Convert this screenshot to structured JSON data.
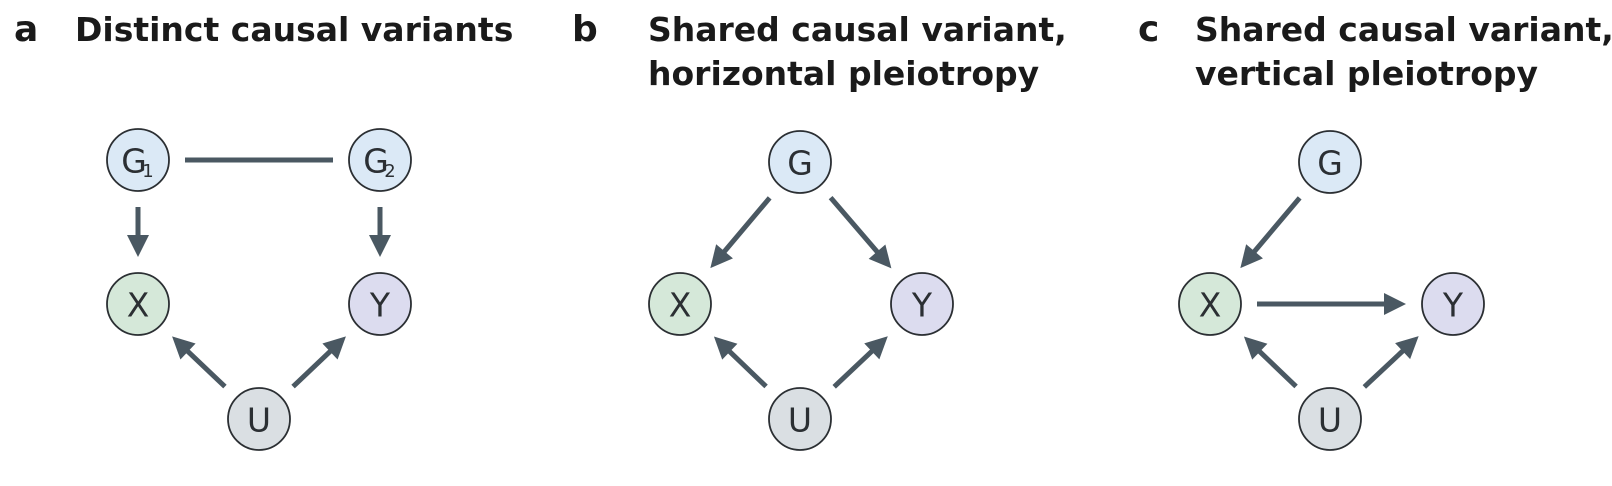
{
  "panels": [
    {
      "id": "a",
      "letter": "a",
      "title_lines": [
        "Distinct causal variants"
      ],
      "nodes": [
        {
          "id": "G1",
          "main": "G",
          "sub": "1",
          "fill": "#dbe9f6"
        },
        {
          "id": "G2",
          "main": "G",
          "sub": "2",
          "fill": "#dbe9f6"
        },
        {
          "id": "X",
          "main": "X",
          "sub": "",
          "fill": "#d5e8d9"
        },
        {
          "id": "Y",
          "main": "Y",
          "sub": "",
          "fill": "#dcdcef"
        },
        {
          "id": "U",
          "main": "U",
          "sub": "",
          "fill": "#dadfe3"
        }
      ],
      "edges": [
        {
          "from": "G1",
          "to": "G2",
          "arrow": false
        },
        {
          "from": "G1",
          "to": "X",
          "arrow": true
        },
        {
          "from": "G2",
          "to": "Y",
          "arrow": true
        },
        {
          "from": "U",
          "to": "X",
          "arrow": true
        },
        {
          "from": "U",
          "to": "Y",
          "arrow": true
        }
      ]
    },
    {
      "id": "b",
      "letter": "b",
      "title_lines": [
        "Shared causal variant,",
        "horizontal pleiotropy"
      ],
      "nodes": [
        {
          "id": "G",
          "main": "G",
          "sub": "",
          "fill": "#dbe9f6"
        },
        {
          "id": "X",
          "main": "X",
          "sub": "",
          "fill": "#d5e8d9"
        },
        {
          "id": "Y",
          "main": "Y",
          "sub": "",
          "fill": "#dcdcef"
        },
        {
          "id": "U",
          "main": "U",
          "sub": "",
          "fill": "#dadfe3"
        }
      ],
      "edges": [
        {
          "from": "G",
          "to": "X",
          "arrow": true
        },
        {
          "from": "G",
          "to": "Y",
          "arrow": true
        },
        {
          "from": "U",
          "to": "X",
          "arrow": true
        },
        {
          "from": "U",
          "to": "Y",
          "arrow": true
        }
      ]
    },
    {
      "id": "c",
      "letter": "c",
      "title_lines": [
        "Shared causal variant,",
        "vertical pleiotropy"
      ],
      "nodes": [
        {
          "id": "G",
          "main": "G",
          "sub": "",
          "fill": "#dbe9f6"
        },
        {
          "id": "X",
          "main": "X",
          "sub": "",
          "fill": "#d5e8d9"
        },
        {
          "id": "Y",
          "main": "Y",
          "sub": "",
          "fill": "#dcdcef"
        },
        {
          "id": "U",
          "main": "U",
          "sub": "",
          "fill": "#dadfe3"
        }
      ],
      "edges": [
        {
          "from": "G",
          "to": "X",
          "arrow": true
        },
        {
          "from": "X",
          "to": "Y",
          "arrow": true
        },
        {
          "from": "U",
          "to": "X",
          "arrow": true
        },
        {
          "from": "U",
          "to": "Y",
          "arrow": true
        }
      ]
    }
  ],
  "colors": {
    "edge": "#4a5862",
    "node_outline": "#2b2f33"
  }
}
